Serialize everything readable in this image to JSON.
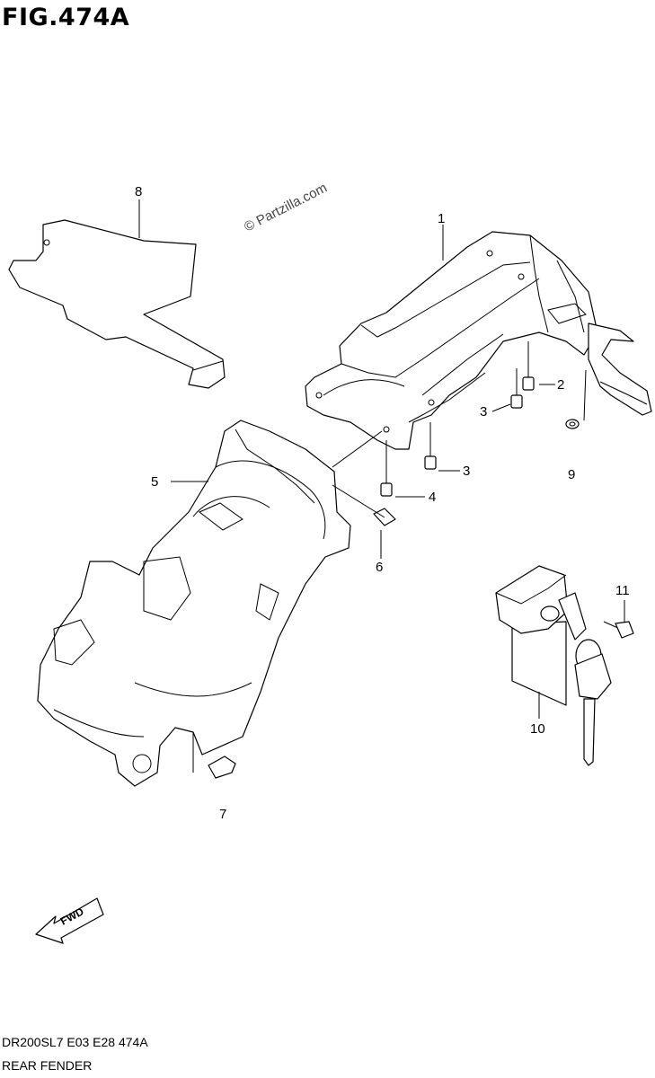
{
  "figure": {
    "title": "FIG.474A"
  },
  "watermark": "© Partzilla.com",
  "fwd_label": "FWD",
  "callouts": [
    "1",
    "2",
    "3",
    "3",
    "4",
    "5",
    "6",
    "7",
    "8",
    "9",
    "10",
    "11"
  ],
  "footer": {
    "code": "DR200SL7  E03  E28  474A",
    "name": "REAR FENDER"
  }
}
